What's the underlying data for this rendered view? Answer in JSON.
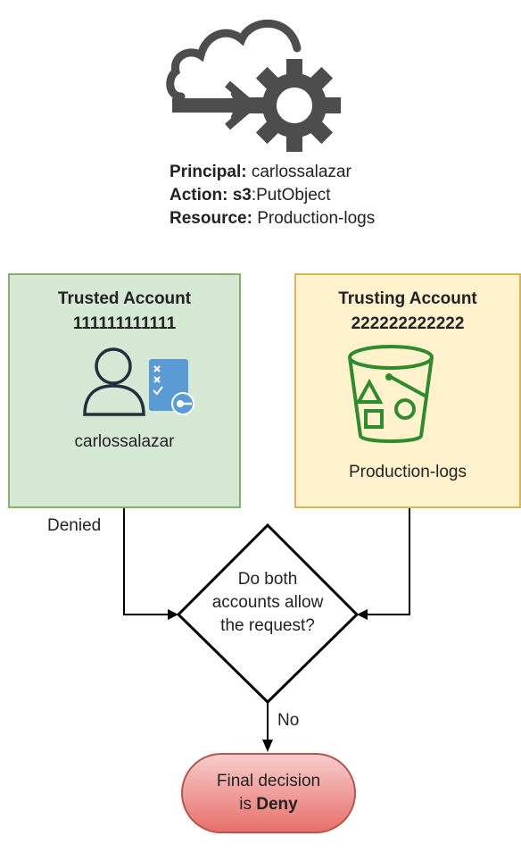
{
  "request": {
    "principal_label": "Principal:",
    "principal_value": " carlossalazar",
    "action_label": "Action:",
    "action_bold": " s3",
    "action_value": ":PutObject",
    "resource_label": "Resource:",
    "resource_value": " Production-logs"
  },
  "trusted_account": {
    "title": "Trusted Account",
    "id": "111111111111",
    "user": "carlossalazar",
    "fill": "#d5e8d4",
    "stroke": "#82b366"
  },
  "trusting_account": {
    "title": "Trusting Account",
    "id": "222222222222",
    "resource": "Production-logs",
    "fill": "#fff2cc",
    "stroke": "#d6b656",
    "bucket_color": "#2e8b2e"
  },
  "decision": {
    "line1": "Do both",
    "line2": "accounts allow",
    "line3": "the request?"
  },
  "edges": {
    "denied_label": "Denied",
    "no_label": "No"
  },
  "final": {
    "line1": "Final decision",
    "line2_prefix": "is ",
    "line2_bold": "Deny",
    "fill_top": "#f7cdcc",
    "fill_bottom": "#e8706b",
    "stroke": "#b85450"
  },
  "icons": {
    "request_icon": "cloud-gear-arrow-icon",
    "user_icon": "user-certificate-icon",
    "bucket_icon": "s3-bucket-icon"
  }
}
